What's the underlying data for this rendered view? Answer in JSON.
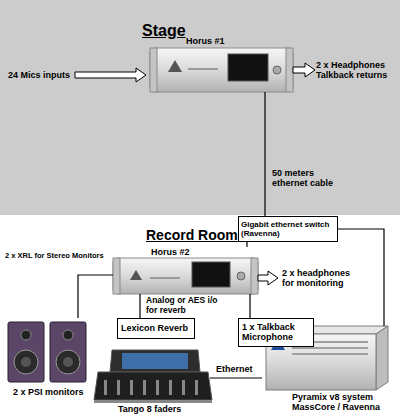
{
  "diagram": {
    "nodes": [
      {
        "text": [
          "Stage"
        ]
      },
      {
        "text": [
          "Horus #1"
        ],
        "in": 0
      },
      {
        "text": [
          "Record Room"
        ]
      },
      {
        "text": [
          "Gigabit ethernet switch (Ravenna)"
        ],
        "in": 2
      },
      {
        "text": [
          "Horus #2"
        ],
        "in": 2
      },
      {
        "text": [
          "Lexicon Reverb"
        ],
        "in": 2
      },
      {
        "text": [
          "1 x Talkback Microphone"
        ],
        "in": 2
      },
      {
        "text": [
          "2 x PSI monitors"
        ],
        "in": 2
      },
      {
        "text": [
          "Tango 8 faders"
        ],
        "in": 2
      },
      {
        "text": [
          "Pyramix v8 system MassCore / Ravenna"
        ],
        "in": 2
      }
    ],
    "edges": [
      {
        "from": 1,
        "to": 3,
        "label": "50 meters ethernet cable",
        "arrow": "none"
      },
      {
        "from": 3,
        "to": 4,
        "arrow": "none"
      },
      {
        "from": 3,
        "to": 9,
        "arrow": "none"
      },
      {
        "from": 4,
        "to": 7,
        "label": "2 x XRL for Stereo Monitors",
        "arrow": "none"
      },
      {
        "from": 4,
        "to": 5,
        "label": "Analog or AES i/o for reverb",
        "arrow": "none"
      },
      {
        "from": 4,
        "to": 6,
        "arrow": "none"
      },
      {
        "from": 8,
        "to": 9,
        "label": "Ethernet",
        "arrow": "none"
      }
    ],
    "labels": [
      "24 Mics inputs",
      "2 x Headphones Talkback returns",
      "2 x headphones for monitoring"
    ]
  }
}
